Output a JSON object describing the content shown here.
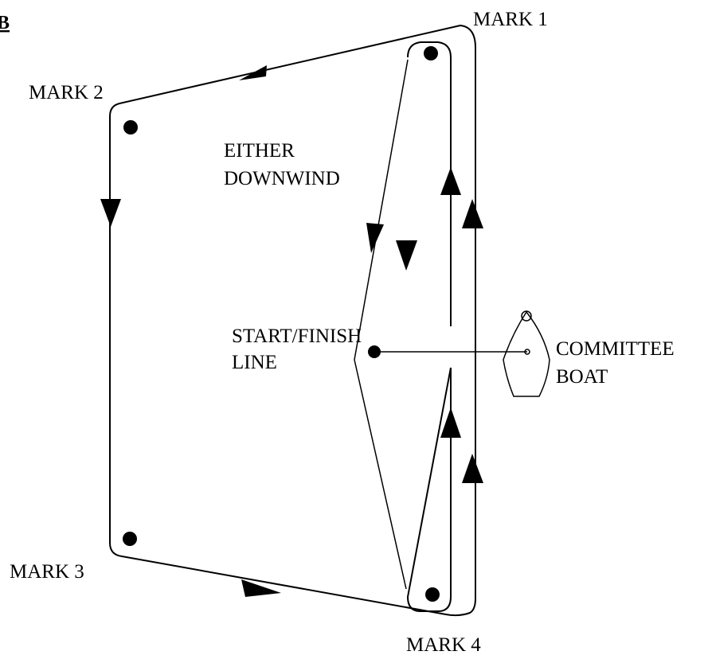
{
  "diagram": {
    "corner_label": "B",
    "marks": {
      "mark1": "MARK 1",
      "mark2": "MARK 2",
      "mark3": "MARK 3",
      "mark4": "MARK 4"
    },
    "either_downwind": [
      "EITHER",
      "DOWNWIND"
    ],
    "start_finish": [
      "START/FINISH",
      "LINE"
    ],
    "committee_boat": [
      "COMMITTEE",
      "BOAT"
    ],
    "colors": {
      "ink": "#000000",
      "background": "#ffffff"
    }
  }
}
